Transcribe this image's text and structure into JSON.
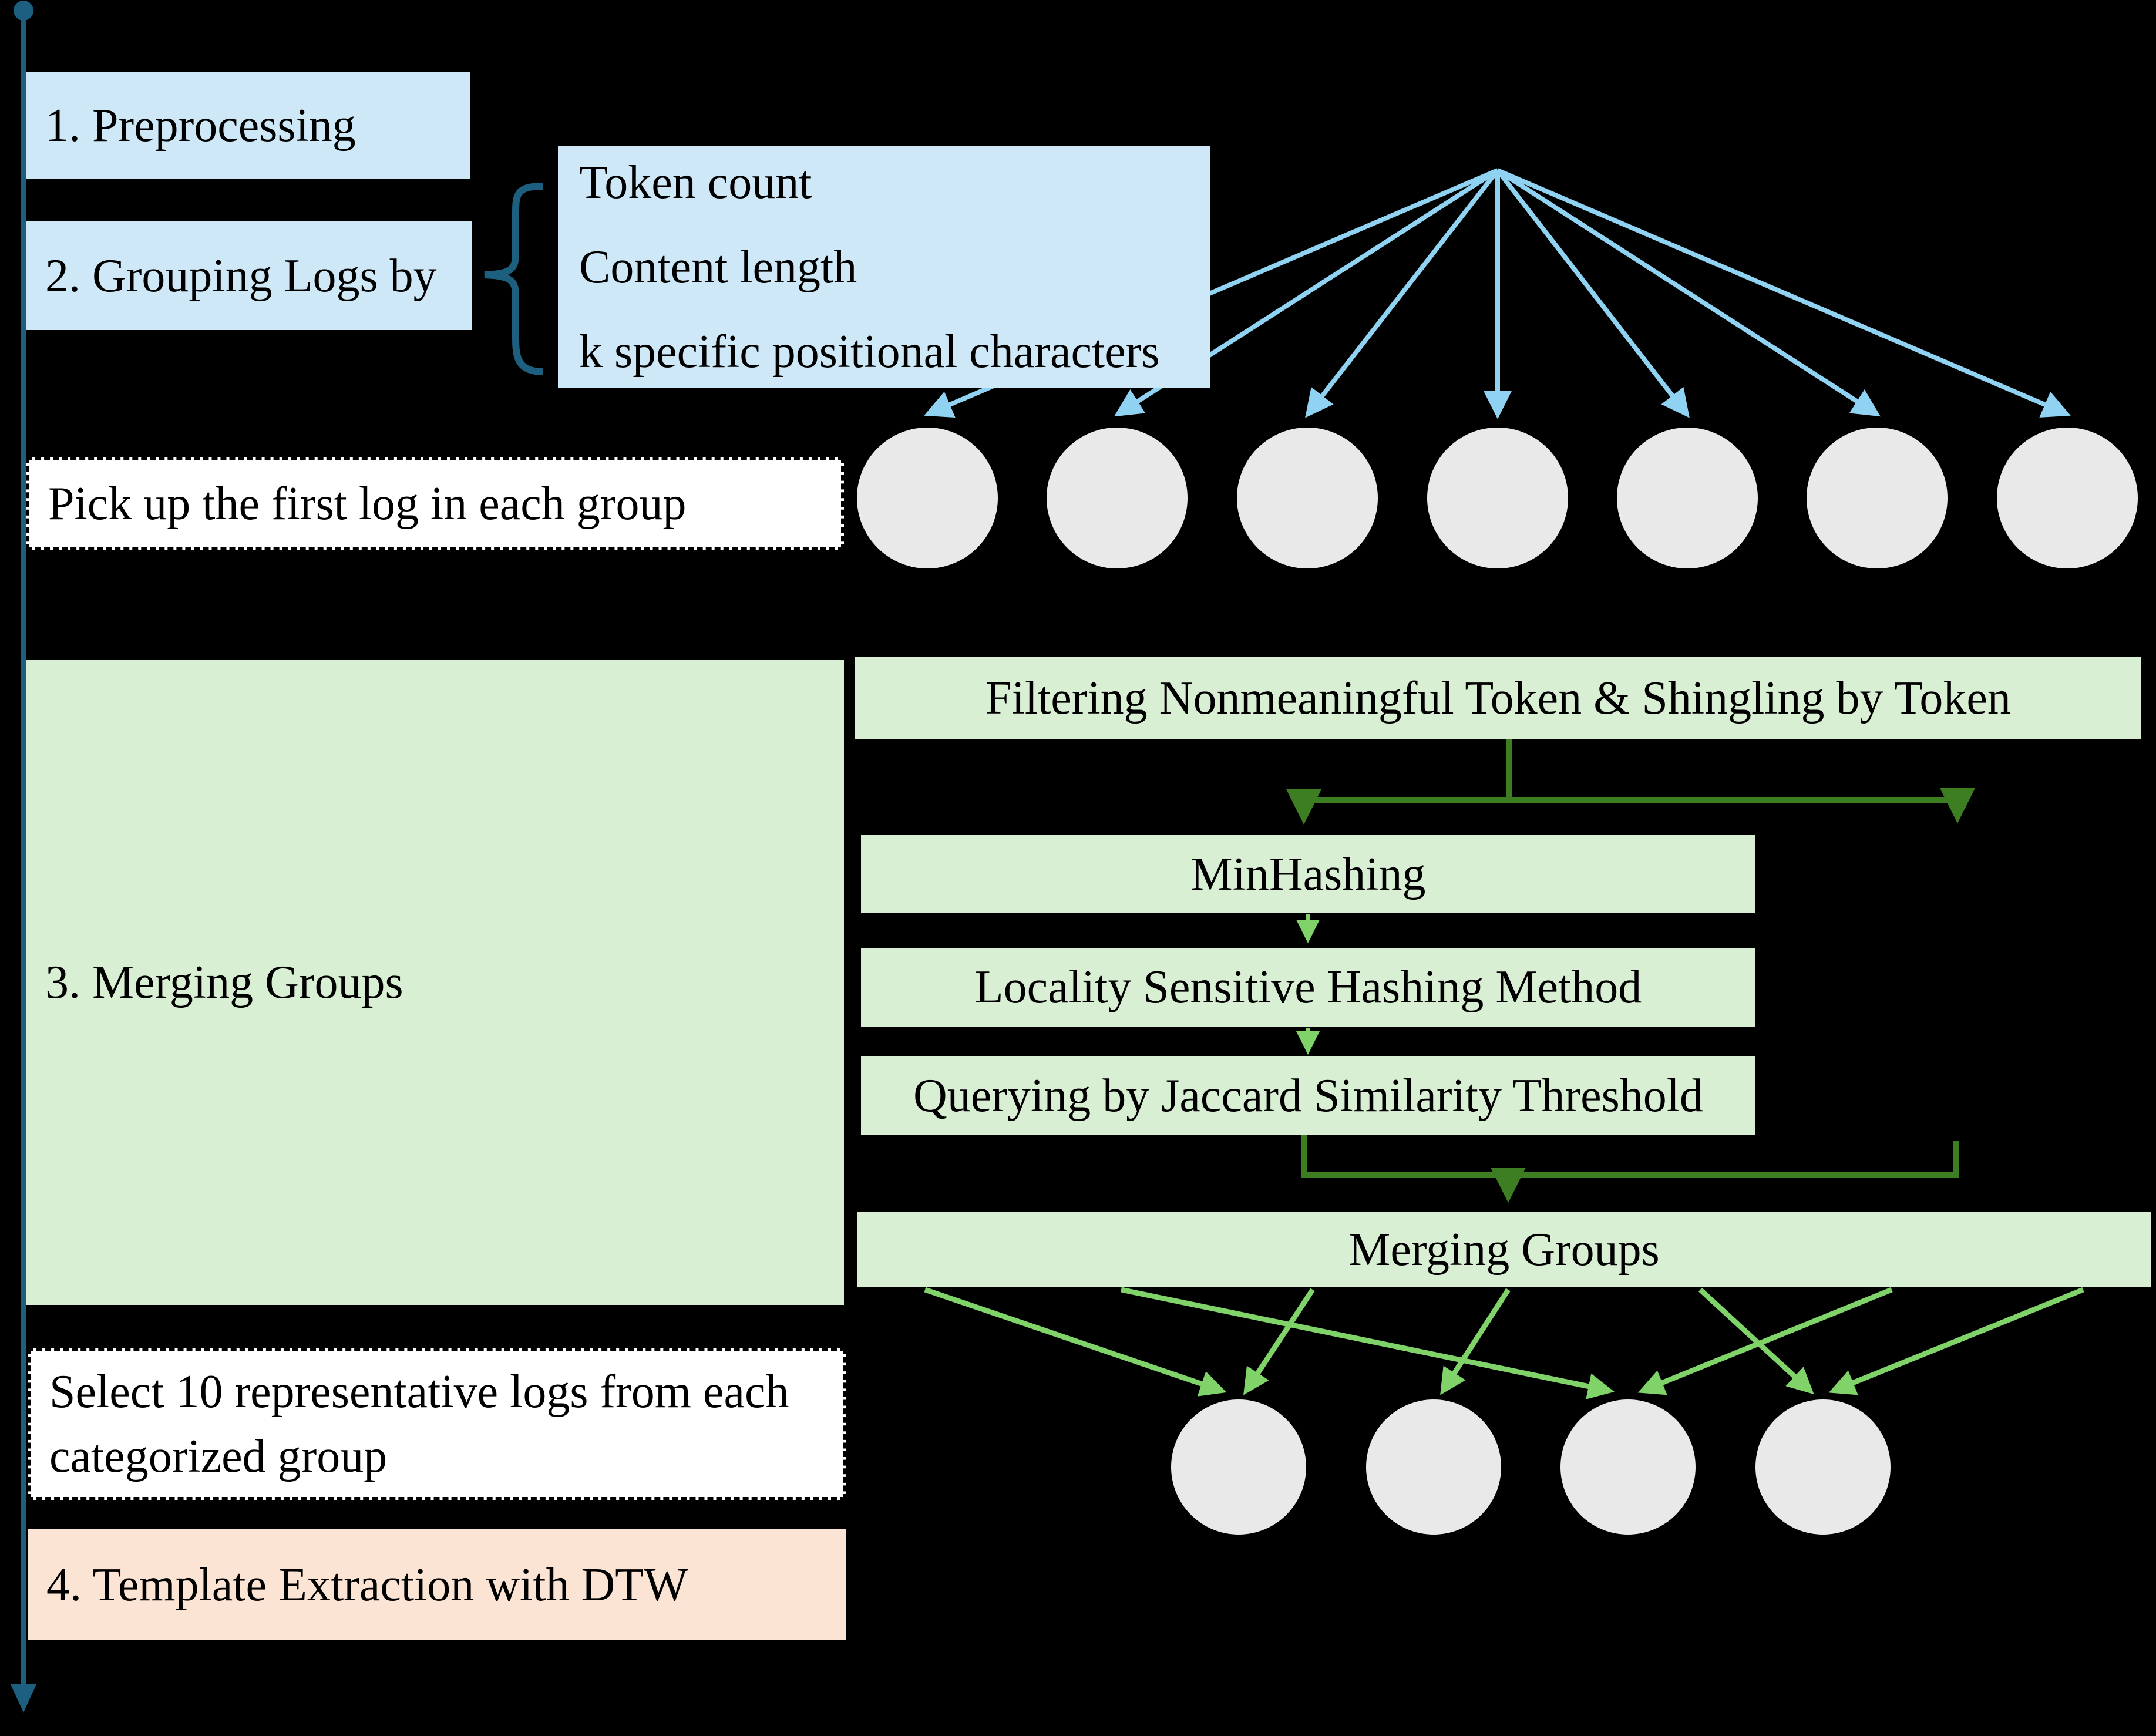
{
  "colors": {
    "background": "#000000",
    "light_blue": "#cfe8f7",
    "light_green": "#d9efd4",
    "peach": "#fce4d4",
    "white_box": "#ffffff",
    "gray_circle": "#e9e9e9",
    "blue_arrow": "#8fd2f2",
    "teal": "#1d5f7e",
    "dark_green": "#3e7e22",
    "green_arrow": "#7fd369",
    "text": "#000000"
  },
  "steps": {
    "step1": "1. Preprocessing",
    "step2": "2. Grouping Logs by",
    "criteria": [
      "Token count",
      "Content length",
      "k specific positional characters"
    ],
    "pick_first": "Pick up the first log in each group",
    "step3": "3. Merging Groups",
    "filtering": "Filtering Nonmeaningful Token & Shingling by Token",
    "minhashing": "MinHashing",
    "lsh": "Locality Sensitive Hashing Method",
    "querying": "Querying by Jaccard Similarity Threshold",
    "merging": "Merging Groups",
    "select_logs": "Select 10 representative logs from each categorized group",
    "step4": "4. Template Extraction with DTW"
  },
  "counts": {
    "log_group_circles": 7,
    "merged_group_circles": 4
  }
}
